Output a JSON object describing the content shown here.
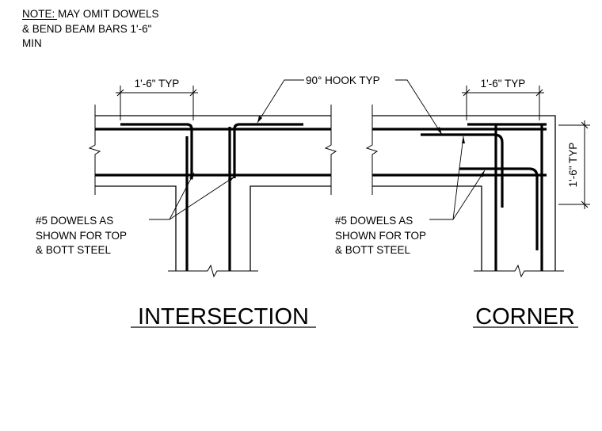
{
  "note": {
    "prefix": "NOTE:",
    "line1": " MAY OMIT DOWELS",
    "line2": "& BEND BEAM BARS 1'-6\"",
    "line3": "MIN"
  },
  "hook_label": "90° HOOK TYP",
  "intersection": {
    "dim_label": "1'-6\" TYP",
    "dowel_line1": "#5 DOWELS AS",
    "dowel_line2": "SHOWN FOR TOP",
    "dowel_line3": "& BOTT STEEL",
    "title": "INTERSECTION"
  },
  "corner": {
    "dim_label_top": "1'-6\" TYP",
    "dim_label_side": "1'-6\" TYP",
    "dowel_line1": "#5 DOWELS AS",
    "dowel_line2": "SHOWN FOR TOP",
    "dowel_line3": "& BOTT STEEL",
    "title": "CORNER"
  }
}
